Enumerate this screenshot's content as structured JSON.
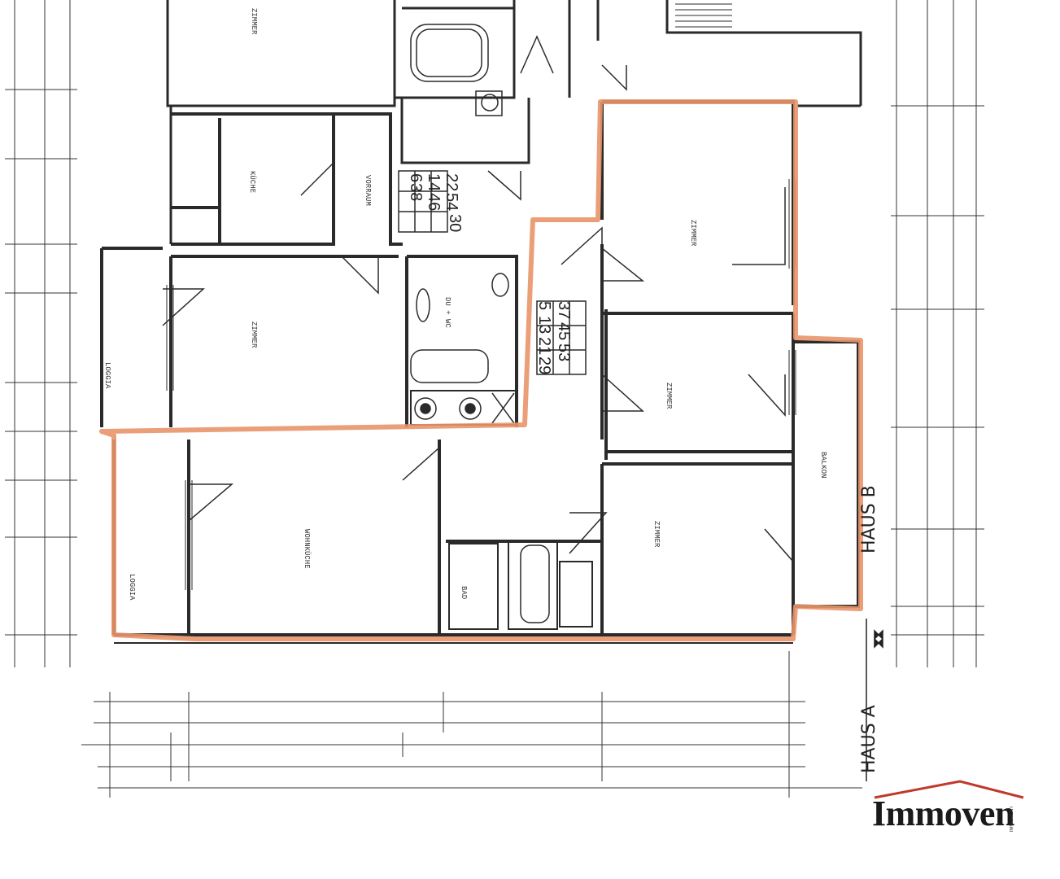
{
  "rooms": [
    {
      "id": "zimmer-top",
      "label": "ZIMMER"
    },
    {
      "id": "vorraum",
      "label": "VORRAUM"
    },
    {
      "id": "zimmer-mid",
      "label": "ZIMMER"
    },
    {
      "id": "loggia-left",
      "label": "LOGGIA"
    },
    {
      "id": "kueche",
      "label": "KÜCHE"
    },
    {
      "id": "dusche",
      "label": "DU + WC"
    },
    {
      "id": "zimmer-r1",
      "label": "ZIMMER"
    },
    {
      "id": "zimmer-r2",
      "label": "ZIMMER"
    },
    {
      "id": "wohnkueche",
      "label": "WOHNKÜCHE"
    },
    {
      "id": "loggia-bottom",
      "label": "LOGGIA"
    },
    {
      "id": "bad",
      "label": "BAD"
    },
    {
      "id": "zimmer-r3",
      "label": "ZIMMER"
    },
    {
      "id": "balkon",
      "label": "BALKON"
    }
  ],
  "stair_block_1": [
    "6",
    "38",
    "14",
    "46",
    "22",
    "54",
    "30"
  ],
  "stair_block_2": [
    "5",
    "13",
    "21",
    "29",
    "37",
    "45",
    "53"
  ],
  "haus_labels": {
    "haus_b": "HAUS B",
    "haus_a": "HAUS A"
  },
  "logo": {
    "text": "Immoven",
    "small": "IMMOVENT"
  },
  "colors": {
    "outline": "#e8956a",
    "line": "#2a2a2a",
    "roof": "#c0392b"
  }
}
